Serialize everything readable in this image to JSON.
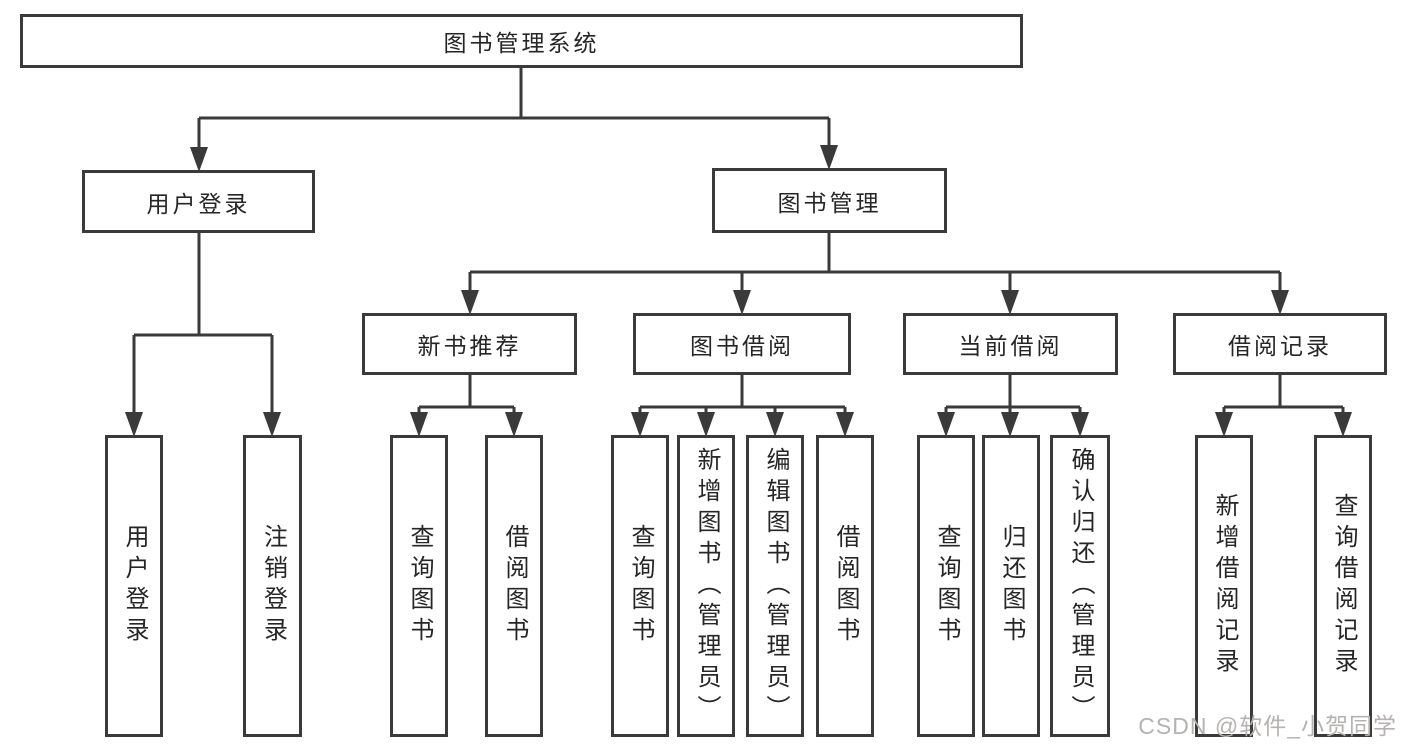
{
  "diagram": {
    "root": {
      "label": "图书管理系统"
    },
    "level2": [
      {
        "label": "用户登录"
      },
      {
        "label": "图书管理"
      }
    ],
    "level3": [
      {
        "label": "新书推荐"
      },
      {
        "label": "图书借阅"
      },
      {
        "label": "当前借阅"
      },
      {
        "label": "借阅记录"
      }
    ],
    "leaves": {
      "user_login": [
        "用户登录",
        "注销登录"
      ],
      "new_books": [
        "查询图书",
        "借阅图书"
      ],
      "book_borrow": [
        "查询图书",
        "新增图书（管理员）",
        "编辑图书（管理员）",
        "借阅图书"
      ],
      "current_borrow": [
        "查询图书",
        "归还图书",
        "确认归还（管理员）"
      ],
      "borrow_records": [
        "新增借阅记录",
        "查询借阅记录"
      ]
    }
  },
  "watermark": "CSDN @软件_小贺同学",
  "colors": {
    "line": "#3a3a3a",
    "text": "#262626",
    "watermark": "#b5b2b0",
    "background": "#ffffff"
  }
}
